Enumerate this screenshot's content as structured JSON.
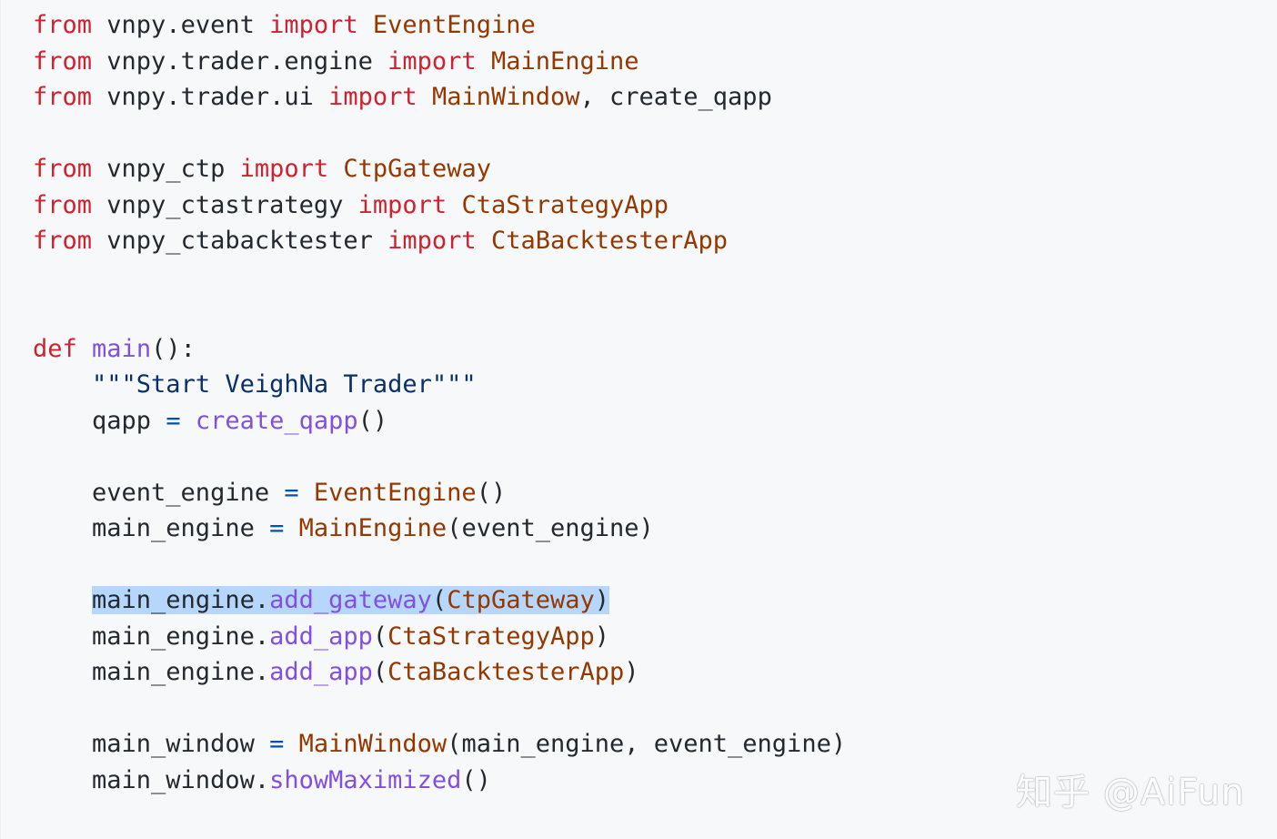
{
  "code": {
    "lines": [
      [
        {
          "t": "from",
          "c": "kw"
        },
        {
          "t": " vnpy.event "
        },
        {
          "t": "import",
          "c": "kw"
        },
        {
          "t": " "
        },
        {
          "t": "EventEngine",
          "c": "cls"
        }
      ],
      [
        {
          "t": "from",
          "c": "kw"
        },
        {
          "t": " vnpy.trader.engine "
        },
        {
          "t": "import",
          "c": "kw"
        },
        {
          "t": " "
        },
        {
          "t": "MainEngine",
          "c": "cls"
        }
      ],
      [
        {
          "t": "from",
          "c": "kw"
        },
        {
          "t": " vnpy.trader.ui "
        },
        {
          "t": "import",
          "c": "kw"
        },
        {
          "t": " "
        },
        {
          "t": "MainWindow",
          "c": "cls"
        },
        {
          "t": ", create_qapp"
        }
      ],
      [],
      [
        {
          "t": "from",
          "c": "kw"
        },
        {
          "t": " vnpy_ctp "
        },
        {
          "t": "import",
          "c": "kw"
        },
        {
          "t": " "
        },
        {
          "t": "CtpGateway",
          "c": "cls"
        }
      ],
      [
        {
          "t": "from",
          "c": "kw"
        },
        {
          "t": " vnpy_ctastrategy "
        },
        {
          "t": "import",
          "c": "kw"
        },
        {
          "t": " "
        },
        {
          "t": "CtaStrategyApp",
          "c": "cls"
        }
      ],
      [
        {
          "t": "from",
          "c": "kw"
        },
        {
          "t": " vnpy_ctabacktester "
        },
        {
          "t": "import",
          "c": "kw"
        },
        {
          "t": " "
        },
        {
          "t": "CtaBacktesterApp",
          "c": "cls"
        }
      ],
      [],
      [],
      [
        {
          "t": "def",
          "c": "kw"
        },
        {
          "t": " "
        },
        {
          "t": "main",
          "c": "fn"
        },
        {
          "t": "():"
        }
      ],
      [
        {
          "t": "    "
        },
        {
          "t": "\"\"\"Start VeighNa Trader\"\"\"",
          "c": "str"
        }
      ],
      [
        {
          "t": "    qapp "
        },
        {
          "t": "=",
          "c": "op"
        },
        {
          "t": " "
        },
        {
          "t": "create_qapp",
          "c": "fn"
        },
        {
          "t": "()"
        }
      ],
      [],
      [
        {
          "t": "    event_engine "
        },
        {
          "t": "=",
          "c": "op"
        },
        {
          "t": " "
        },
        {
          "t": "EventEngine",
          "c": "cls"
        },
        {
          "t": "()"
        }
      ],
      [
        {
          "t": "    main_engine "
        },
        {
          "t": "=",
          "c": "op"
        },
        {
          "t": " "
        },
        {
          "t": "MainEngine",
          "c": "cls"
        },
        {
          "t": "(event_engine)"
        }
      ],
      [],
      [
        {
          "t": "    "
        },
        {
          "t": "main_engine.",
          "h": true
        },
        {
          "t": "add_gateway",
          "c": "fn",
          "h": true
        },
        {
          "t": "(",
          "h": true
        },
        {
          "t": "CtpGateway",
          "c": "cls",
          "h": true
        },
        {
          "t": ")",
          "h": true
        }
      ],
      [
        {
          "t": "    main_engine."
        },
        {
          "t": "add_app",
          "c": "fn"
        },
        {
          "t": "("
        },
        {
          "t": "CtaStrategyApp",
          "c": "cls"
        },
        {
          "t": ")"
        }
      ],
      [
        {
          "t": "    main_engine."
        },
        {
          "t": "add_app",
          "c": "fn"
        },
        {
          "t": "("
        },
        {
          "t": "CtaBacktesterApp",
          "c": "cls"
        },
        {
          "t": ")"
        }
      ],
      [],
      [
        {
          "t": "    main_window "
        },
        {
          "t": "=",
          "c": "op"
        },
        {
          "t": " "
        },
        {
          "t": "MainWindow",
          "c": "cls"
        },
        {
          "t": "(main_engine, event_engine)"
        }
      ],
      [
        {
          "t": "    main_window."
        },
        {
          "t": "showMaximized",
          "c": "fn"
        },
        {
          "t": "()"
        }
      ]
    ]
  },
  "watermark": {
    "text": "知乎 @AiFun"
  },
  "colors": {
    "background": "#f6f8fa",
    "keyword": "#cf222e",
    "class_name": "#953800",
    "function": "#8250df",
    "operator": "#0550ae",
    "string": "#0a3069",
    "selection": "#b6d7fb"
  }
}
